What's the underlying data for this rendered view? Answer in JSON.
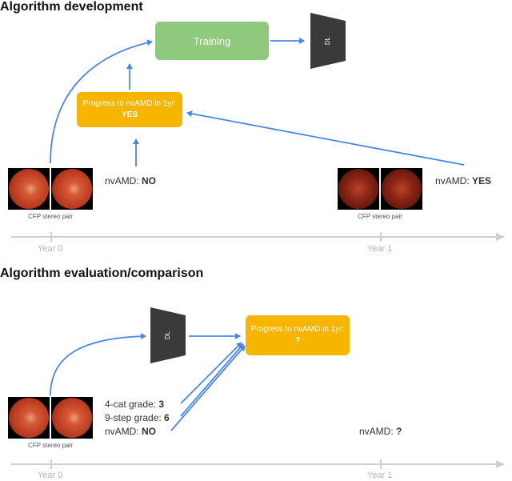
{
  "colors": {
    "arrow": "#4a86e8",
    "training_box": "#8fc97e",
    "progress_box": "#f7b500",
    "dl_block": "#3a3a3a",
    "timeline": "#c8c8c8",
    "fundus_bright": "#c0452a",
    "fundus_dark": "#7a1a12"
  },
  "development": {
    "title": "Algorithm development",
    "training_label": "Training",
    "dl_label": "DL",
    "progress_text": "Progress to nvAMD in 1yr: ",
    "progress_value": "YES",
    "year0_status_label": "nvAMD: ",
    "year0_status_value": "NO",
    "year1_status_label": "nvAMD: ",
    "year1_status_value": "YES",
    "cfp_caption_year0": "CFP stereo pair",
    "cfp_caption_year1": "CFP stereo pair",
    "timeline": {
      "year0": "Year 0",
      "year1": "Year 1"
    }
  },
  "evaluation": {
    "title": "Algorithm evaluation/comparison",
    "dl_label": "DL",
    "progress_text": "Progress to nvAMD in 1yr: ",
    "progress_value": "?",
    "cat_grade_label": "4-cat grade: ",
    "cat_grade_value": "3",
    "step_grade_label": "9-step grade: ",
    "step_grade_value": "6",
    "year0_status_label": "nvAMD: ",
    "year0_status_value": "NO",
    "year1_status_label": "nvAMD: ",
    "year1_status_value": "?",
    "cfp_caption": "CFP stereo pair",
    "timeline": {
      "year0": "Year 0",
      "year1": "Year 1"
    }
  }
}
